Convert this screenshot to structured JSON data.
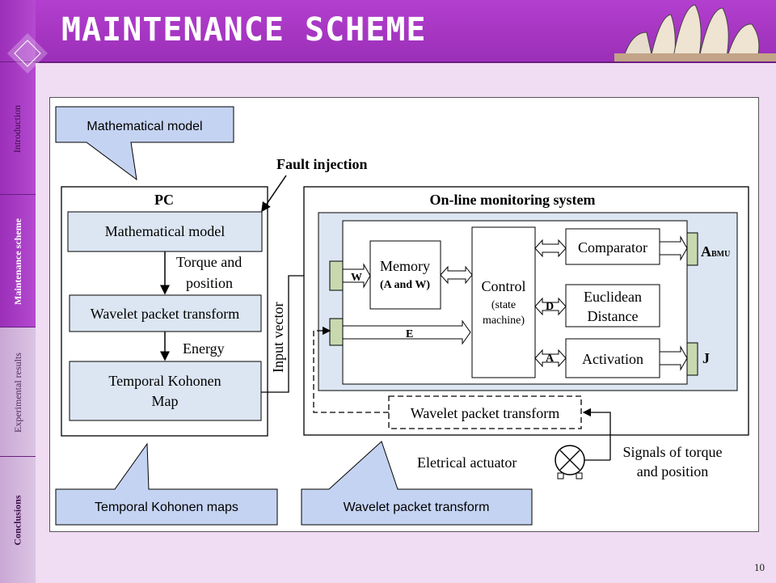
{
  "slide": {
    "title": "MAINTENANCE SCHEME",
    "page_number": "10"
  },
  "sidebar": {
    "items": [
      {
        "label": "Introduction"
      },
      {
        "label": "Maintenance scheme"
      },
      {
        "label": "Experimental results"
      },
      {
        "label": "Conclusions"
      }
    ]
  },
  "diagram": {
    "pc": {
      "title": "PC",
      "math_model": "Mathematical model",
      "torque_line1": "Torque and",
      "torque_line2": "position",
      "wavelet": "Wavelet packet transform",
      "energy": "Energy",
      "tkm_line1": "Temporal Kohonen",
      "tkm_line2": "Map"
    },
    "fault_injection": "Fault injection",
    "input_vector": "Input vector",
    "monitoring": {
      "title": "On-line monitoring system",
      "w_label": "W",
      "e_label": "E",
      "memory_line1": "Memory",
      "memory_line2": "(A and W)",
      "control_line1": "Control",
      "control_line2": "(state",
      "control_line3": "machine)",
      "comparator": "Comparator",
      "euclidean_line1": "Euclidean",
      "euclidean_line2": "Distance",
      "activation": "Activation",
      "d_label": "D",
      "a_label": "A",
      "abmu_main": "A",
      "abmu_sub": "BMU",
      "j_label": "J"
    },
    "external": {
      "wavelet_dashed": "Wavelet packet transform",
      "actuator": "Eletrical actuator",
      "signals_line1": "Signals of torque",
      "signals_line2": "and position"
    },
    "callouts": {
      "math": "Mathematical model",
      "tkm": "Temporal Kohonen maps",
      "wpt": "Wavelet packet transform"
    }
  }
}
